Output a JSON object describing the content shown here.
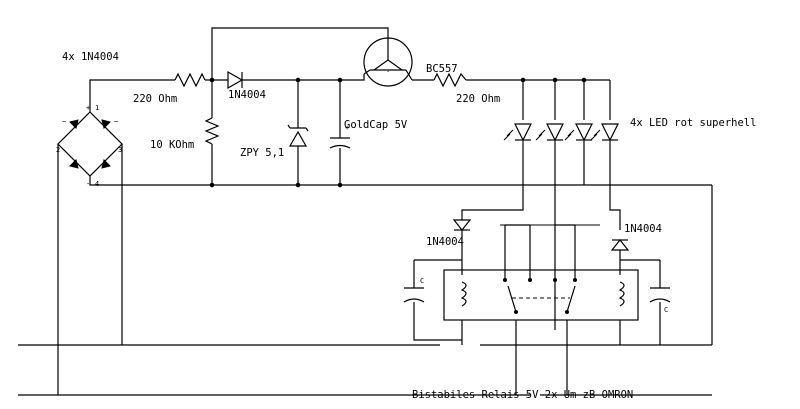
{
  "labels": {
    "bridge": "4x 1N4004",
    "r1": "220 Ohm",
    "d1": "1N4004",
    "r_bleed": "10 KOhm",
    "zener": "ZPY 5,1",
    "goldcap": "GoldCap 5V",
    "transistor": "BC557",
    "r2": "220 Ohm",
    "leds": "4x LED rot superhell",
    "d_left": "1N4004",
    "d_right": "1N4004",
    "cap_left": "C",
    "cap_right": "C",
    "relay": "Bistabiles Relais 5V 2x Um zB OMRON"
  },
  "bridge_pins": {
    "plus": "+",
    "one": "1",
    "minus": "-",
    "four": "4",
    "two": "2",
    "three": "3",
    "ac_left": "~",
    "ac_right": "~"
  }
}
